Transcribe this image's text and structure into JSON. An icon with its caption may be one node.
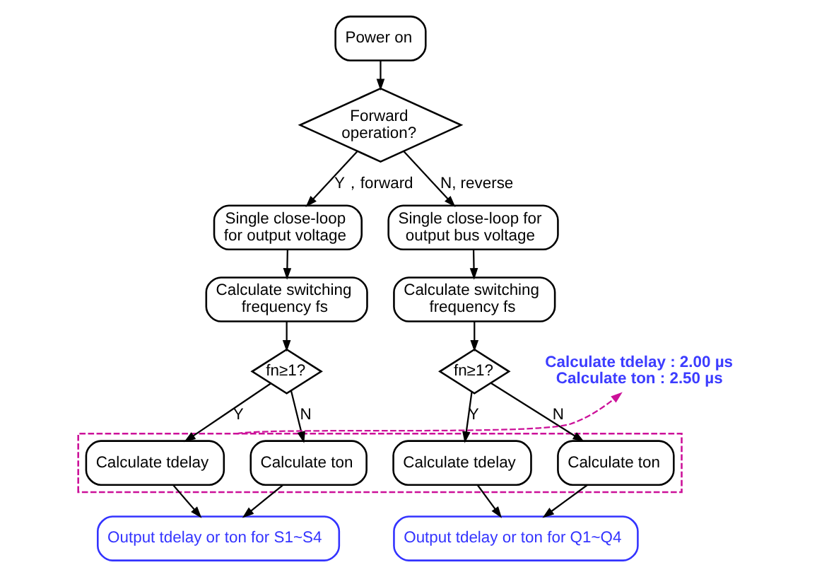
{
  "diagram": {
    "nodes": [
      {
        "text": [
          "Power on"
        ]
      },
      {
        "text": [
          "Forward operation?"
        ]
      },
      {
        "text": [
          "Single close-loop for output voltage"
        ]
      },
      {
        "text": [
          "Single close-loop for output bus voltage"
        ]
      },
      {
        "text": [
          "Calculate switching frequency fs"
        ]
      },
      {
        "text": [
          "Calculate switching frequency fs"
        ]
      },
      {
        "text": [
          "fn≥1?"
        ]
      },
      {
        "text": [
          "fn≥1?"
        ]
      },
      {
        "text": [
          "Calculate tdelay : 2.00 µs",
          "Calculate ton : 2.50 µs"
        ]
      },
      {
        "text": [],
        "shape": "box"
      },
      {
        "text": [
          "Calculate tdelay"
        ],
        "in": 9
      },
      {
        "text": [
          "Calculate ton"
        ],
        "in": 9
      },
      {
        "text": [
          "Calculate tdelay"
        ],
        "in": 9
      },
      {
        "text": [
          "Calculate ton"
        ],
        "in": 9
      },
      {
        "text": [
          "Output tdelay or ton for S1~S4"
        ]
      },
      {
        "text": [
          "Output tdelay or ton for Q1~Q4"
        ]
      }
    ],
    "edges": [
      {
        "from": 0,
        "to": 1,
        "arrow": "to"
      },
      {
        "from": 1,
        "to": 2,
        "arrow": "to",
        "label": "Y，forward"
      },
      {
        "from": 1,
        "to": 3,
        "arrow": "to",
        "label": "N, reverse"
      },
      {
        "from": 2,
        "to": 4,
        "arrow": "to"
      },
      {
        "from": 3,
        "to": 5,
        "arrow": "to"
      },
      {
        "from": 4,
        "to": 6,
        "arrow": "to"
      },
      {
        "from": 5,
        "to": 7,
        "arrow": "to"
      },
      {
        "from": 6,
        "to": 10,
        "arrow": "to",
        "label": "Y"
      },
      {
        "from": 6,
        "to": 11,
        "arrow": "to",
        "label": "N"
      },
      {
        "from": 7,
        "to": 12,
        "arrow": "to",
        "label": "Y"
      },
      {
        "from": 7,
        "to": 13,
        "arrow": "to",
        "label": "N"
      },
      {
        "from": 10,
        "to": 14,
        "arrow": "to"
      },
      {
        "from": 11,
        "to": 14,
        "arrow": "to"
      },
      {
        "from": 12,
        "to": 15,
        "arrow": "to"
      },
      {
        "from": 13,
        "to": 15,
        "arrow": "to"
      },
      {
        "from": 9,
        "to": 8,
        "arrow": "to",
        "style": "dashed",
        "color": "#cc1199"
      }
    ]
  }
}
